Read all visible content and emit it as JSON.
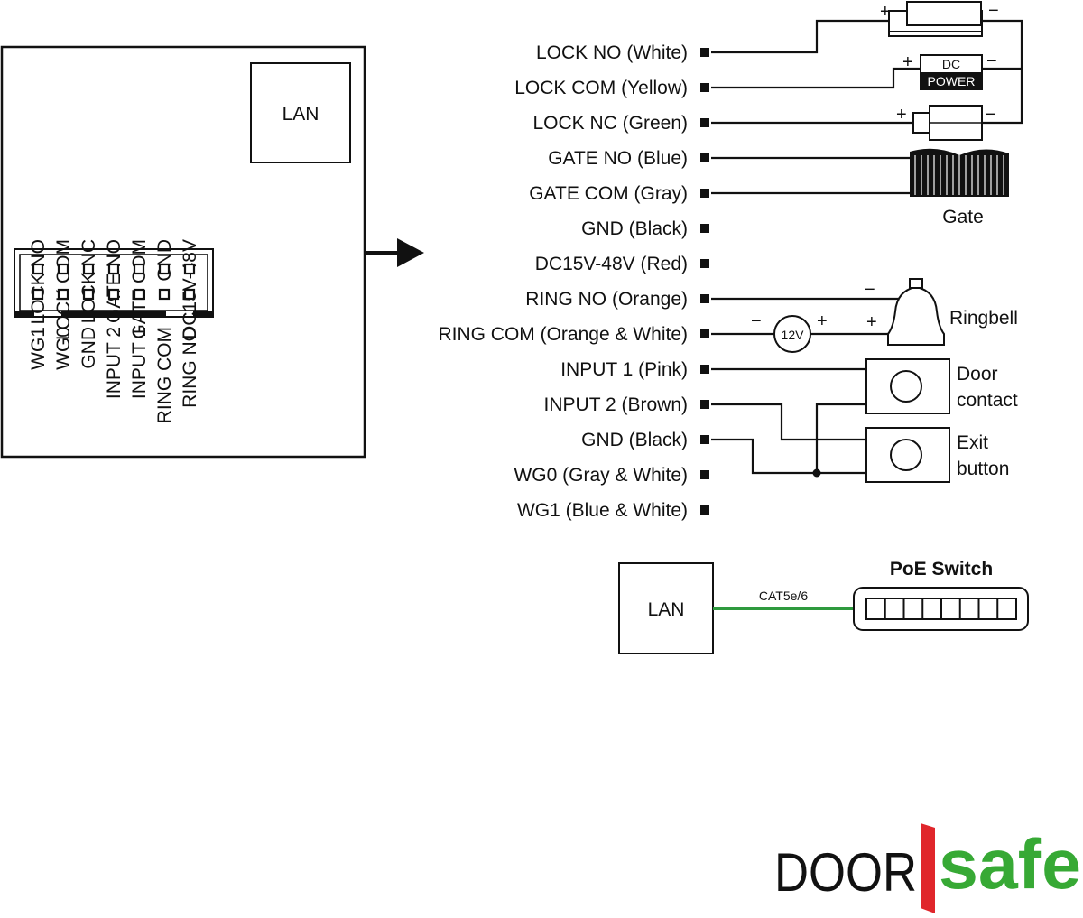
{
  "board": {
    "lan_label": "LAN",
    "top_pins": [
      "LOCK NO",
      "LOCK COM",
      "LOCK NC",
      "GATE NO",
      "GATE COM",
      "GND",
      "DC15V-48V"
    ],
    "bottom_pins": [
      "WG1",
      "WG0",
      "GND",
      "INPUT 2",
      "INPUT 1",
      "RING COM",
      "RING NO"
    ]
  },
  "wires": [
    "LOCK NO (White)",
    "LOCK COM (Yellow)",
    "LOCK NC (Green)",
    "GATE NO (Blue)",
    "GATE COM (Gray)",
    "GND (Black)",
    "DC15V-48V (Red)",
    "RING NO (Orange)",
    "RING COM (Orange & White)",
    "INPUT 1 (Pink)",
    "INPUT 2 (Brown)",
    "GND (Black)",
    "WG0 (Gray & White)",
    "WG1 (Blue & White)"
  ],
  "devices": {
    "dc_power_top": "DC",
    "dc_power_bottom": "POWER",
    "gate": "Gate",
    "ringbell": "Ringbell",
    "battery": "12V",
    "door_contact_1": "Door",
    "door_contact_2": "contact",
    "exit_button_1": "Exit",
    "exit_button_2": "button",
    "plus": "+",
    "minus": "−"
  },
  "network": {
    "lan_label": "LAN",
    "cable_label": "CAT5e/6",
    "switch_label": "PoE Switch",
    "cable_color": "#2e9a3e"
  },
  "logo": {
    "door": "DOOR",
    "safe": "safe",
    "accent_red": "#e0262b",
    "accent_green": "#37a935"
  }
}
